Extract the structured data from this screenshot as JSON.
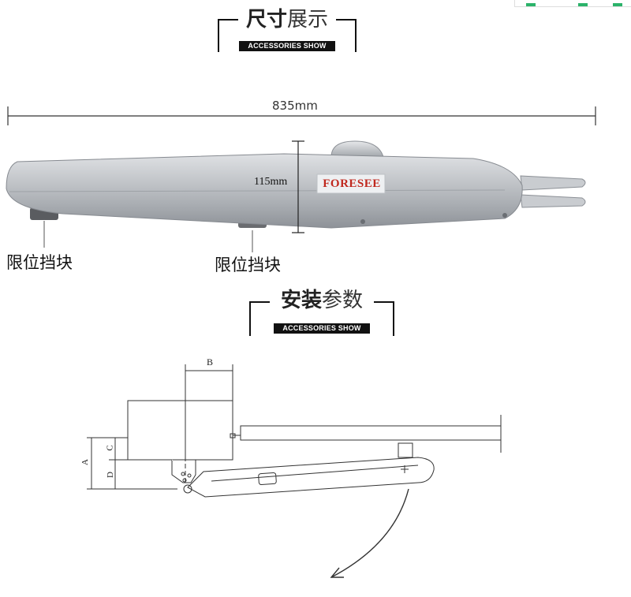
{
  "section1": {
    "title_bold": "尺寸",
    "title_light": "展示",
    "subtitle": "ACCESSORIES SHOW"
  },
  "section2": {
    "title_bold": "安装",
    "title_light": "参数",
    "subtitle": "ACCESSORIES SHOW"
  },
  "product": {
    "length_label": "835mm",
    "height_label": "115mm",
    "brand": "FORESEE",
    "stop_block_left": "限位挡块",
    "stop_block_right": "限位挡块"
  },
  "install_diagram": {
    "dim_a": "A",
    "dim_b": "B",
    "dim_c": "C",
    "dim_d": "D"
  },
  "colors": {
    "body": "#b9bcc0",
    "brand_red": "#c0281e",
    "line": "#333333"
  }
}
